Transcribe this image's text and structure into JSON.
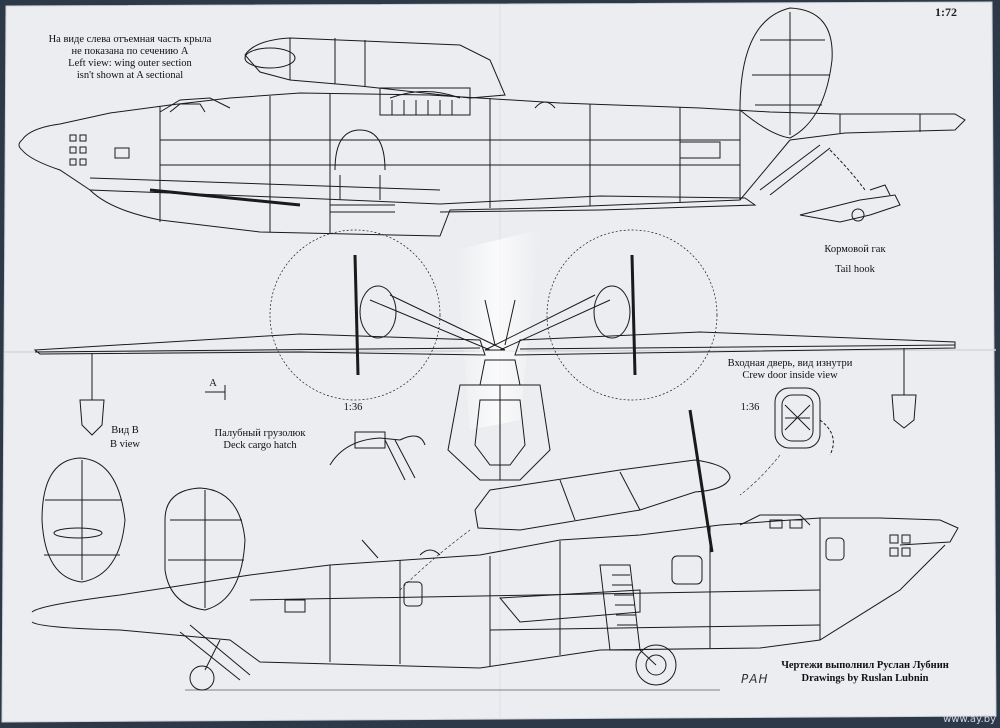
{
  "sheet": {
    "scale_main": "1:72",
    "scale_detail_left": "1:36",
    "scale_detail_right": "1:36",
    "section_marker": "A",
    "author_mark": "РАН",
    "watermark": "www.ay.by"
  },
  "notes": {
    "left_view_ru_1": "На виде слева отъемная часть крыла",
    "left_view_ru_2": "не показана по сечению А",
    "left_view_en_1": "Left view: wing outer section",
    "left_view_en_2": "isn't shown at A sectional",
    "tail_hook_ru": "Кормовой гак",
    "tail_hook_en": "Tail hook",
    "crew_door_ru": "Входная дверь, вид изнутри",
    "crew_door_en": "Crew door inside view",
    "view_b_ru": "Вид В",
    "view_b_en": "B view",
    "cargo_hatch_ru": "Палубный грузолюк",
    "cargo_hatch_en": "Deck cargo hatch",
    "credits_ru": "Чертежи выполнил Руслан Лубнин",
    "credits_en": "Drawings by Ruslan Lubnin"
  },
  "colors": {
    "paper": "#ecedf0",
    "ink": "#1a1a1a",
    "background": "#2d3848"
  }
}
